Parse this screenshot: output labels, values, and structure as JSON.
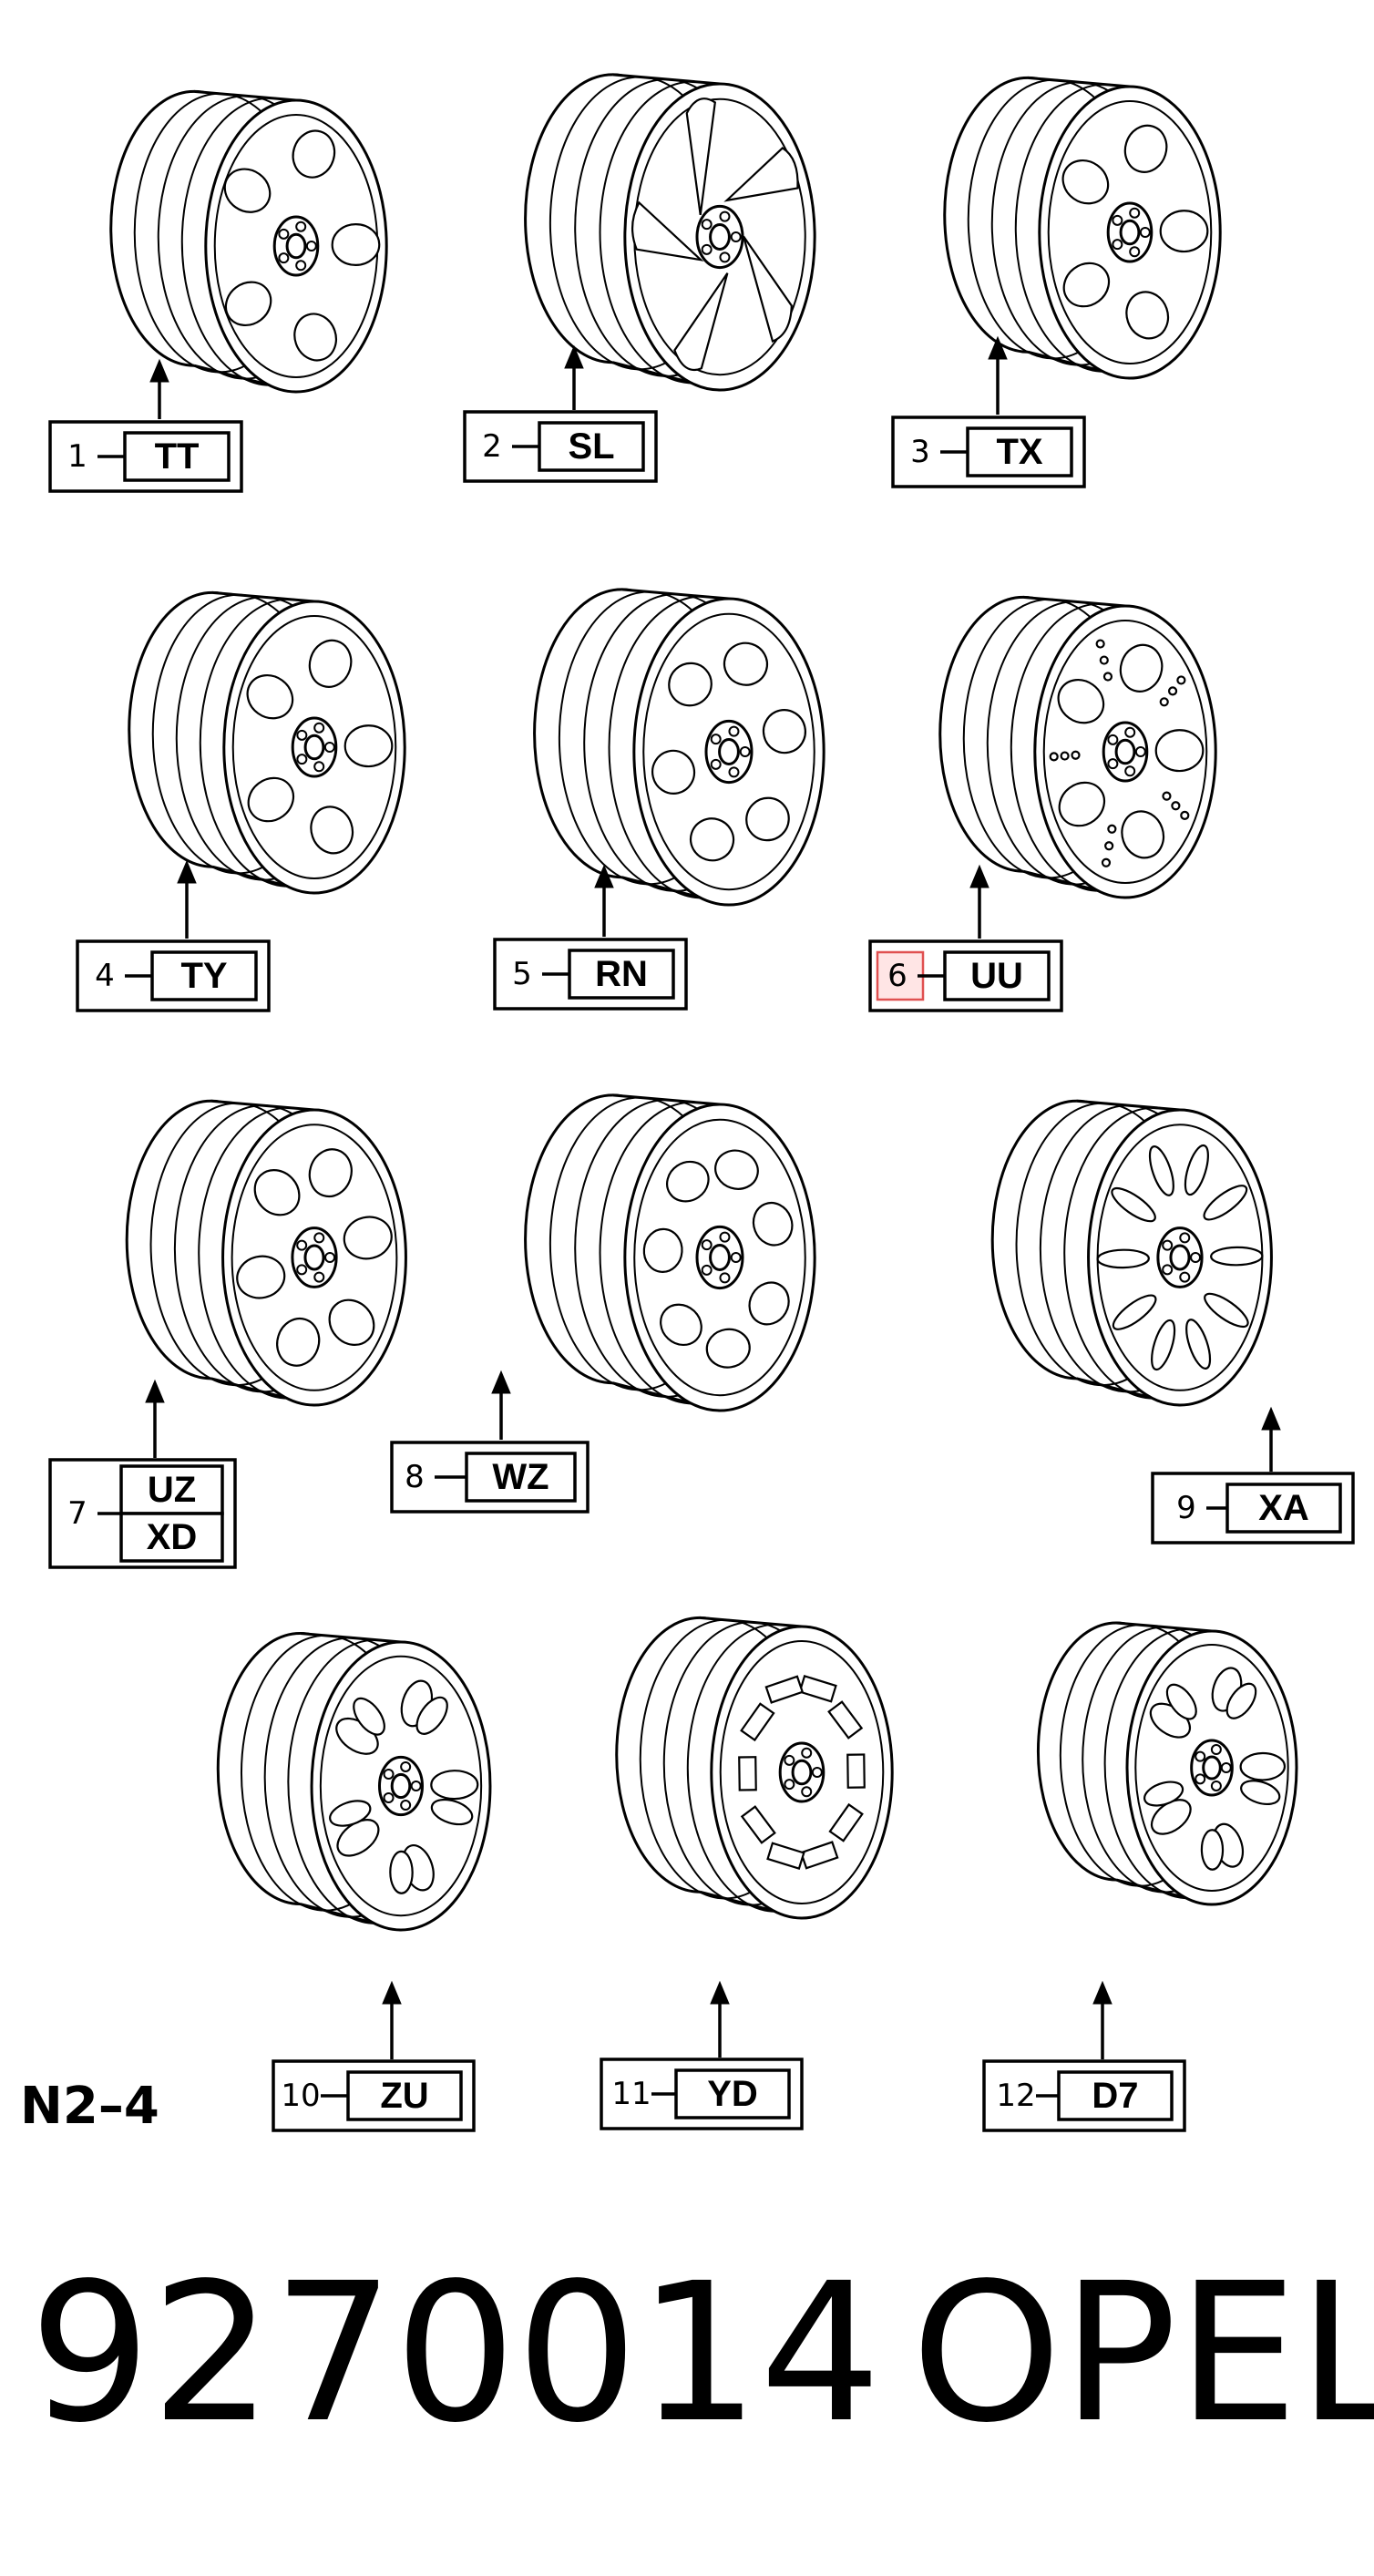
{
  "section_label": "N2–4",
  "part_number": "9270014",
  "brand": "OPEL",
  "items": [
    {
      "number": "1",
      "codes": [
        "TT"
      ],
      "style": "five-slot"
    },
    {
      "number": "2",
      "codes": [
        "SL"
      ],
      "style": "five-star"
    },
    {
      "number": "3",
      "codes": [
        "TX"
      ],
      "style": "five-window"
    },
    {
      "number": "4",
      "codes": [
        "TY"
      ],
      "style": "five-window"
    },
    {
      "number": "5",
      "codes": [
        "RN"
      ],
      "style": "six-window"
    },
    {
      "number": "6",
      "codes": [
        "UU"
      ],
      "style": "five-dotted",
      "highlighted": true
    },
    {
      "number": "7",
      "codes": [
        "UZ",
        "XD"
      ],
      "style": "five-tri"
    },
    {
      "number": "8",
      "codes": [
        "WZ"
      ],
      "style": "seven-window"
    },
    {
      "number": "9",
      "codes": [
        "XA"
      ],
      "style": "ten-spoke"
    },
    {
      "number": "10",
      "codes": [
        "ZU"
      ],
      "style": "five-double"
    },
    {
      "number": "11",
      "codes": [
        "YD"
      ],
      "style": "twin-blade"
    },
    {
      "number": "12",
      "codes": [
        "D7"
      ],
      "style": "five-double"
    }
  ]
}
